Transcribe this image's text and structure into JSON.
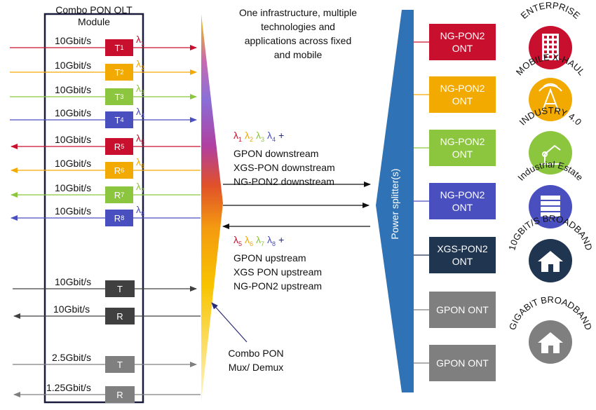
{
  "olt": {
    "title_line1": "Combo PON OLT",
    "title_line2": "Module",
    "channels": [
      {
        "rate": "10Gbit/s",
        "tag": "T",
        "tag_sub": "1",
        "lambda": "λ",
        "lambda_sub": "1",
        "color": "#c8102e",
        "dir": "right"
      },
      {
        "rate": "10Gbit/s",
        "tag": "T",
        "tag_sub": "2",
        "lambda": "λ",
        "lambda_sub": "2",
        "color": "#f2a900",
        "dir": "right"
      },
      {
        "rate": "10Gbit/s",
        "tag": "T",
        "tag_sub": "3",
        "lambda": "λ",
        "lambda_sub": "3",
        "color": "#8cc63f",
        "dir": "right"
      },
      {
        "rate": "10Gbit/s",
        "tag": "T",
        "tag_sub": "4",
        "lambda": "λ",
        "lambda_sub": "4",
        "color": "#4a4fbf",
        "dir": "right"
      },
      {
        "rate": "10Gbit/s",
        "tag": "R",
        "tag_sub": "5",
        "lambda": "λ",
        "lambda_sub": "5",
        "color": "#c8102e",
        "dir": "left"
      },
      {
        "rate": "10Gbit/s",
        "tag": "R",
        "tag_sub": "6",
        "lambda": "λ",
        "lambda_sub": "6",
        "color": "#f2a900",
        "dir": "left"
      },
      {
        "rate": "10Gbit/s",
        "tag": "R",
        "tag_sub": "7",
        "lambda": "λ",
        "lambda_sub": "7",
        "color": "#8cc63f",
        "dir": "left"
      },
      {
        "rate": "10Gbit/s",
        "tag": "R",
        "tag_sub": "8",
        "lambda": "λ",
        "lambda_sub": "8",
        "color": "#4a4fbf",
        "dir": "left"
      }
    ],
    "xgs": [
      {
        "rate": "10Gbit/s",
        "tag": "T",
        "color": "#404040",
        "dir": "right"
      },
      {
        "rate": "10Gbit/s",
        "tag": "R",
        "color": "#404040",
        "dir": "left"
      }
    ],
    "gpon": [
      {
        "rate": "2.5Gbit/s",
        "tag": "T",
        "color": "#7f7f7f",
        "dir": "right"
      },
      {
        "rate": "1.25Gbit/s",
        "tag": "R",
        "color": "#7f7f7f",
        "dir": "left"
      }
    ]
  },
  "headline": [
    "One infrastructure, multiple",
    "technologies and",
    "applications across fixed",
    "and mobile"
  ],
  "downstream": {
    "lambdas": [
      {
        "sub": "1",
        "color": "#c8102e"
      },
      {
        "sub": "2",
        "color": "#f2a900"
      },
      {
        "sub": "3",
        "color": "#8cc63f"
      },
      {
        "sub": "4",
        "color": "#4a4fbf"
      }
    ],
    "plus": "+",
    "lines": [
      "GPON downstream",
      "XGS-PON downstream",
      "NG-PON2 downstream"
    ]
  },
  "upstream": {
    "lambdas": [
      {
        "sub": "5",
        "color": "#c8102e"
      },
      {
        "sub": "6",
        "color": "#f2a900"
      },
      {
        "sub": "7",
        "color": "#8cc63f"
      },
      {
        "sub": "8",
        "color": "#4a4fbf"
      }
    ],
    "plus": "+",
    "lines": [
      "GPON upstream",
      "XGS PON upstream",
      "NG-PON2 upstream"
    ]
  },
  "mux_label": [
    "Combo PON",
    "Mux/ Demux"
  ],
  "splitter_label": "Power splitter(s)",
  "onts": [
    {
      "label": "NG-PON2\nONT",
      "color": "#c8102e",
      "line_color": "#c8102e"
    },
    {
      "label": "NG-PON2\nONT",
      "color": "#f2a900",
      "line_color": "#f2a900"
    },
    {
      "label": "NG-PON2\nONT",
      "color": "#8cc63f",
      "line_color": "#8cc63f"
    },
    {
      "label": "NG-PON2\nONT",
      "color": "#4a4fbf",
      "line_color": "#4a4fbf"
    },
    {
      "label": "XGS-PON2\nONT",
      "color": "#1f3550",
      "line_color": "#1f3550"
    },
    {
      "label": "GPON ONT",
      "color": "#7f7f7f",
      "line_color": "#7f7f7f"
    },
    {
      "label": "GPON ONT",
      "color": "#7f7f7f",
      "line_color": "#7f7f7f"
    }
  ],
  "applications": [
    {
      "label": "ENTERPRISE",
      "icon": "building-icon",
      "color": "#c8102e"
    },
    {
      "label": "MOBILE X-HAUL",
      "icon": "antenna-tower-icon",
      "color": "#f2a900"
    },
    {
      "label": "INDUSTRY 4.0",
      "icon": "robot-arm-icon",
      "color": "#8cc63f"
    },
    {
      "label": "Industrial Estate",
      "icon": "server-rack-icon",
      "color": "#4a4fbf"
    },
    {
      "label": "10GBIT/S BROADBAND",
      "icon": "house-icon",
      "color": "#1f3550"
    },
    {
      "label": "GIGABIT BROADBAND",
      "icon": "house-icon",
      "color": "#7f7f7f"
    }
  ]
}
